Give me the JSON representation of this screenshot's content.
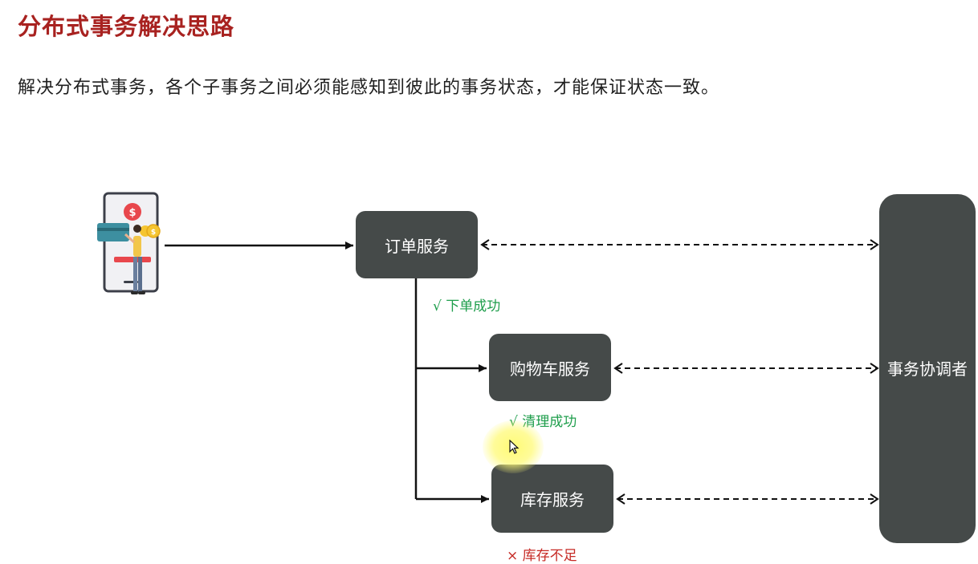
{
  "slide": {
    "title": "分布式事务解决思路",
    "description": "解决分布式事务，各个子事务之间必须能感知到彼此的事务状态，才能保证状态一致。"
  },
  "diagram": {
    "nodes": {
      "order": "订单服务",
      "cart": "购物车服务",
      "inventory": "库存服务",
      "coordinator": "事务协调者"
    },
    "statuses": {
      "order": "√  下单成功",
      "cart": "√  清理成功",
      "inventory": "×  库存不足"
    }
  },
  "colors": {
    "title": "#a82220",
    "node_bg": "#454a49",
    "success": "#1f9e4c",
    "failure": "#c62a25"
  },
  "icons": {
    "user": "mobile-payment-illustration",
    "cursor": "mouse-pointer-icon"
  }
}
